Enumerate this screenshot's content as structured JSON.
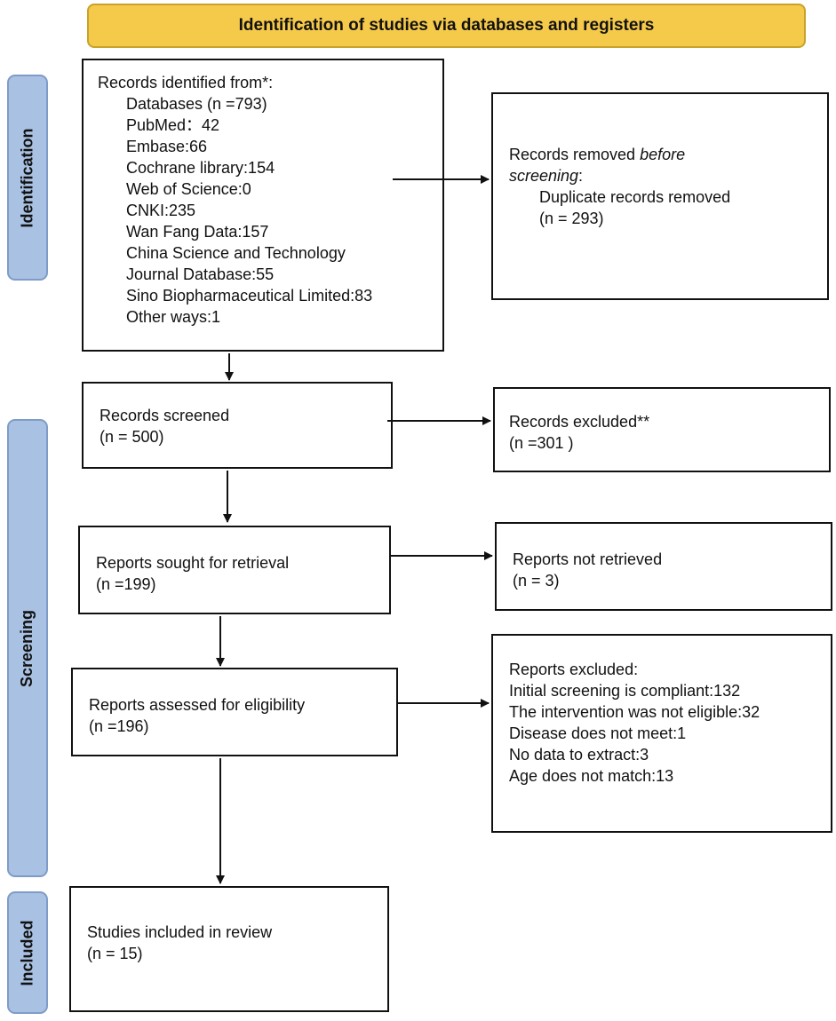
{
  "header": {
    "title": "Identification of studies via databases and registers"
  },
  "phases": {
    "identification": "Identification",
    "screening": "Screening",
    "included": "Included"
  },
  "identified": {
    "title": "Records identified from*:",
    "lines": [
      "Databases (n =793)",
      "PubMed：42",
      "Embase:66",
      "Cochrane library:154",
      "Web of Science:0",
      "CNKI:235",
      "Wan Fang Data:157",
      "China Science and Technology",
      "Journal Database:55",
      "Sino Biopharmaceutical Limited:83",
      "Other ways:1"
    ]
  },
  "removed": {
    "line1": "Records removed ",
    "line1_em": "before",
    "line2_em": "screening",
    "line2_rest": ":",
    "line3": "Duplicate records removed",
    "line4": "(n = 293)"
  },
  "screened": {
    "label": "Records screened",
    "count": "(n = 500)"
  },
  "excluded_records": {
    "label": "Records excluded**",
    "count": "(n =301 )"
  },
  "sought": {
    "label": "Reports sought for retrieval",
    "count": "(n =199)"
  },
  "not_retrieved": {
    "label": "Reports not retrieved",
    "count": "(n = 3)"
  },
  "assessed": {
    "label": "Reports assessed for eligibility",
    "count": "(n =196)"
  },
  "reports_excluded": {
    "title": "Reports excluded:",
    "lines": [
      "Initial screening is compliant:132",
      "The intervention was not eligible:32",
      "Disease does not meet:1",
      "No data to extract:3",
      "Age does not match:13"
    ]
  },
  "included_box": {
    "label": "Studies included in review",
    "count": "(n = 15)"
  }
}
